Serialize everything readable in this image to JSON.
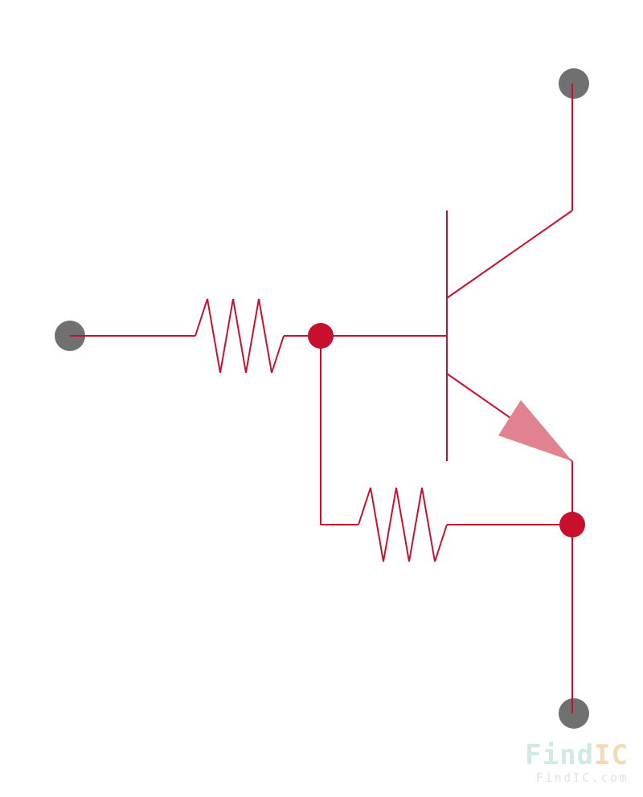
{
  "diagram": {
    "type": "digital transistor (NPN with input and base-emitter resistors)",
    "colors": {
      "wire": "#c8102e",
      "junction": "#c8102e",
      "terminal": "#707070",
      "emitter_arrow": "#e0828f"
    },
    "components": [
      {
        "id": "R1",
        "kind": "resistor",
        "position": "series with input"
      },
      {
        "id": "R2",
        "kind": "resistor",
        "position": "between base and emitter"
      },
      {
        "id": "Q1",
        "kind": "npn-transistor"
      }
    ],
    "terminals": [
      "input",
      "collector",
      "emitter-ground"
    ],
    "junctions": [
      "base-node",
      "emitter-node"
    ]
  },
  "watermark": {
    "logo_find": "Find",
    "logo_ic": "IC",
    "url": "FindIC.com",
    "colors": {
      "find": "#cfe9e5",
      "ic": "#f6d9b4",
      "url": "#e3e3e3"
    }
  }
}
